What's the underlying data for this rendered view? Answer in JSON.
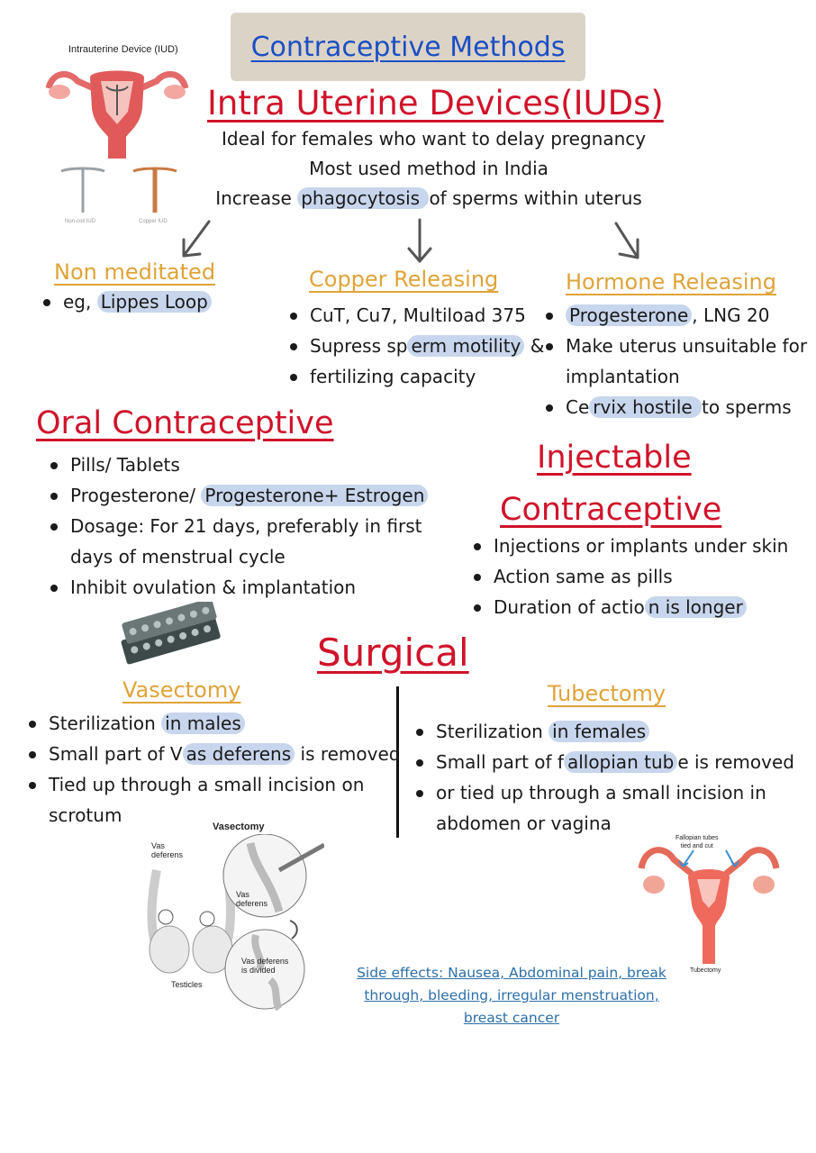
{
  "title": "Contraceptive Methods",
  "iud": {
    "heading": "Intra Uterine Devices(IUDs)",
    "lines": [
      "Ideal for females who want to delay pregnancy",
      "Most used method in India"
    ],
    "line3_pre": "Increase ",
    "line3_hl": "phagocytosis ",
    "line3_post": "of sperms within uterus",
    "image_caption": "Intrauterine Device (IUD)",
    "device_label_1": "Non-coil IUD",
    "device_label_2": "Copper IUD",
    "non_medicated": {
      "heading": "Non meditated",
      "pre": "eg, ",
      "hl": "Lippes Loop"
    },
    "copper": {
      "heading": "Copper Releasing",
      "b1": "CuT, Cu7, Multiload 375",
      "b2_pre": "Supress sp",
      "b2_hl": "erm motility",
      "b2_post": " &",
      "b3": "fertilizing capacity"
    },
    "hormone": {
      "heading": "Hormone Releasing",
      "b1_hl": "Progesterone",
      "b1_post": ", LNG 20",
      "b2": "Make uterus unsuitable for",
      "b2_cont": "implantation",
      "b3_pre": "Ce",
      "b3_hl": "rvix hostile ",
      "b3_post": "to sperms"
    }
  },
  "oral": {
    "heading": "Oral Contraceptive",
    "b1": "Pills/ Tablets",
    "b2_pre": "Progesterone/ ",
    "b2_hl1": "Progesterone",
    "b2_hl2": "+ Estrogen",
    "b3": "Dosage: For 21 days, preferably in first",
    "b3_cont": "days of menstrual cycle",
    "b4": "Inhibit ovulation & implantation"
  },
  "injectable": {
    "heading1": "Injectable",
    "heading2": "Contraceptive",
    "b1": "Injections or implants under skin",
    "b2": "Action same as pills",
    "b3_pre": "Duration of actio",
    "b3_hl": "n is longer"
  },
  "surgical": {
    "heading": "Surgical",
    "vasectomy": {
      "heading": "Vasectomy",
      "b1_pre": "Sterilization ",
      "b1_hl": "in males",
      "b2_pre": "Small part of V",
      "b2_hl": "as deferens",
      "b2_post": " is removed",
      "b3": "Tied up through a small incision on",
      "b3_cont": "scrotum",
      "figure": {
        "title": "Vasectomy",
        "label1": "Vas\ndeferens",
        "label2": "Vas\ndeferens",
        "label3": "Vas deferens\nis divided",
        "label4": "Testicles"
      }
    },
    "tubectomy": {
      "heading": "Tubectomy",
      "b1_pre": "Sterilization ",
      "b1_hl": "in females",
      "b2_pre": "Small part of f",
      "b2_hl": "allopian tub",
      "b2_post": "e is removed",
      "b3": "or tied up through a small incision in",
      "b3_cont": "abdomen or vagina",
      "figure": {
        "label1": "Fallopian tubes\ntied and cut",
        "label2": "Tubectomy"
      }
    },
    "side_effects_1": "Side effects: Nausea, Abdominal pain, break",
    "side_effects_2": "through, bleeding, irregular menstruation,",
    "side_effects_3": "breast cancer"
  },
  "colors": {
    "red": "#d0132a",
    "gold": "#e0a338",
    "blue_title": "#1b4fc4",
    "highlight": "#c7d6ec",
    "link": "#2c6fa8"
  }
}
